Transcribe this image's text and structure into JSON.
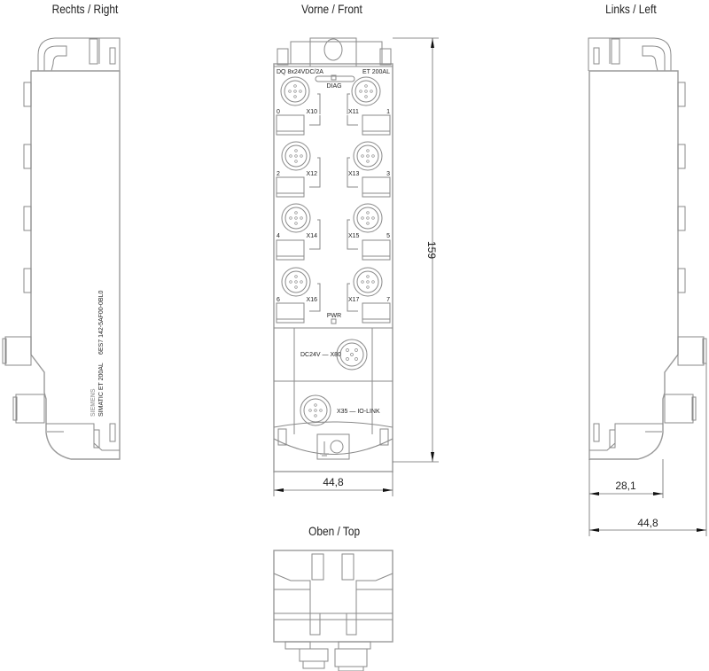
{
  "views": {
    "right": {
      "title": "Rechts / Right",
      "label_brand": "SIEMENS",
      "label_product": "SIMATIC ET 200AL",
      "label_order": "6ES7 142-5AF00-0BL0"
    },
    "front": {
      "title": "Vorne / Front",
      "module_type": "DQ 8x24VDC/2A",
      "module_family": "ET 200AL",
      "diag_label": "DIAG",
      "pwr_label": "PWR",
      "power_connector": "DC24V — X80",
      "iolink_connector": "X35 — IO-LINK",
      "channels": [
        {
          "connector": "X10",
          "channel": "0",
          "side": "left"
        },
        {
          "connector": "X11",
          "channel": "1",
          "side": "right"
        },
        {
          "connector": "X12",
          "channel": "2",
          "side": "left"
        },
        {
          "connector": "X13",
          "channel": "3",
          "side": "right"
        },
        {
          "connector": "X14",
          "channel": "4",
          "side": "left"
        },
        {
          "connector": "X15",
          "channel": "5",
          "side": "right"
        },
        {
          "connector": "X16",
          "channel": "6",
          "side": "left"
        },
        {
          "connector": "X17",
          "channel": "7",
          "side": "right"
        }
      ],
      "dim_height": "159",
      "dim_width": "44,8"
    },
    "left": {
      "title": "Links / Left",
      "dim_depth_partial": "28,1",
      "dim_depth_total": "44,8"
    },
    "top": {
      "title": "Oben / Top"
    }
  },
  "colors": {
    "line": "#8a8a8a",
    "dimension": "#6a6a6a",
    "text": "#222222",
    "background": "#ffffff"
  }
}
